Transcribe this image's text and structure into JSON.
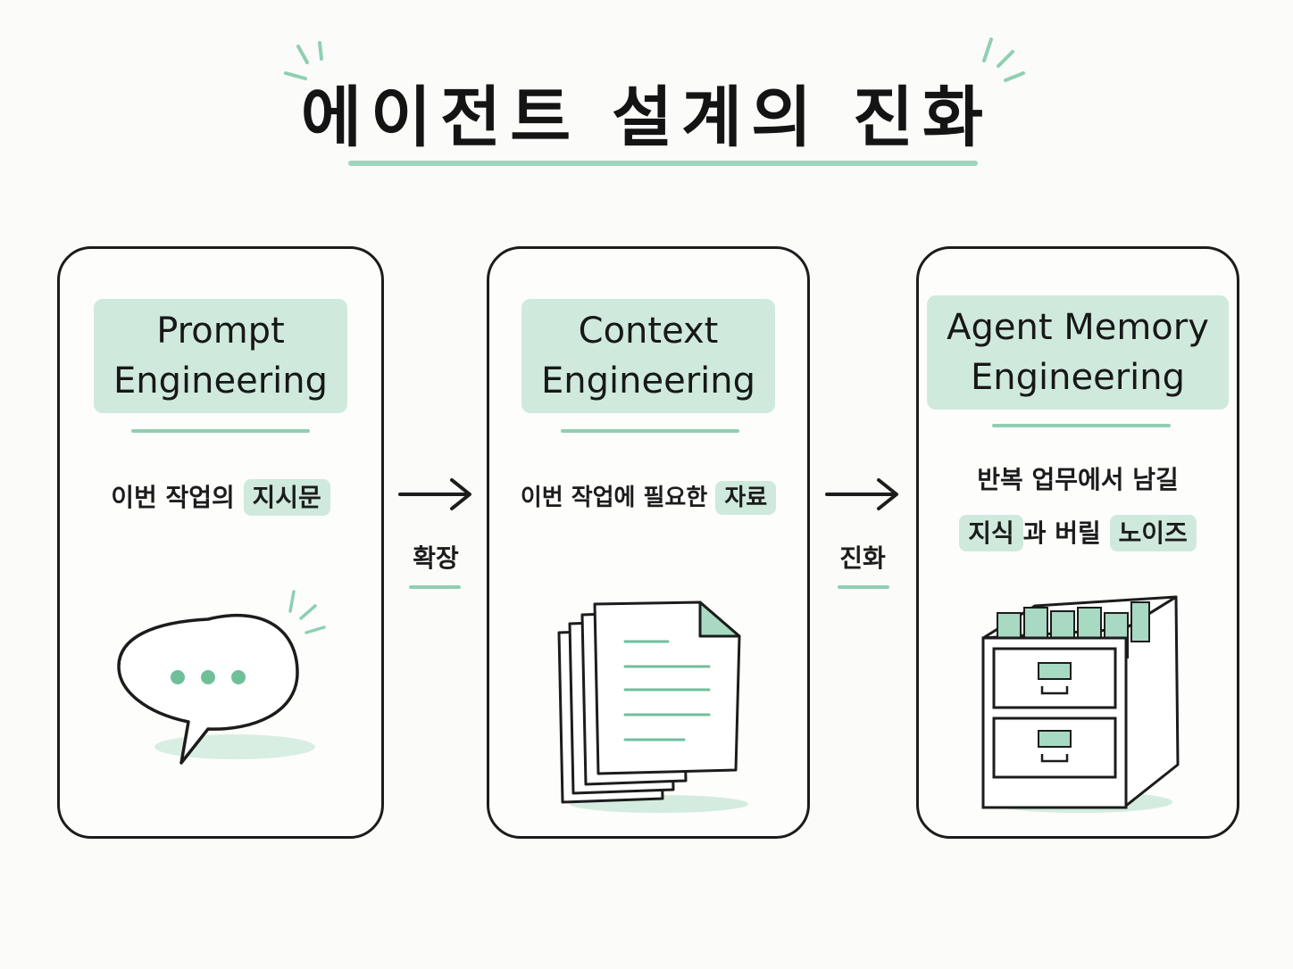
{
  "title": "에이전트 설계의 진화",
  "colors": {
    "accent": "#8fcfb2",
    "highlight": "#cfeadc",
    "ink": "#1c1c1c"
  },
  "cards": [
    {
      "heading_line1": "Prompt",
      "heading_line2": "Engineering",
      "desc_plain": "이번 작업의 ",
      "desc_highlight": "지시문",
      "icon": "speech-bubble-icon"
    },
    {
      "heading_line1": "Context",
      "heading_line2": "Engineering",
      "desc_plain": "이번 작업에 필요한 ",
      "desc_highlight": "자료",
      "icon": "document-stack-icon"
    },
    {
      "heading_line1": "Agent Memory",
      "heading_line2": "Engineering",
      "desc_line1": "반복 업무에서 남길",
      "desc_hl_a": "지식",
      "desc_mid": "과 버릴 ",
      "desc_hl_b": "노이즈",
      "icon": "file-cabinet-icon"
    }
  ],
  "arrows": [
    {
      "label": "확장",
      "icon": "arrow-right-icon"
    },
    {
      "label": "진화",
      "icon": "arrow-right-icon"
    }
  ]
}
